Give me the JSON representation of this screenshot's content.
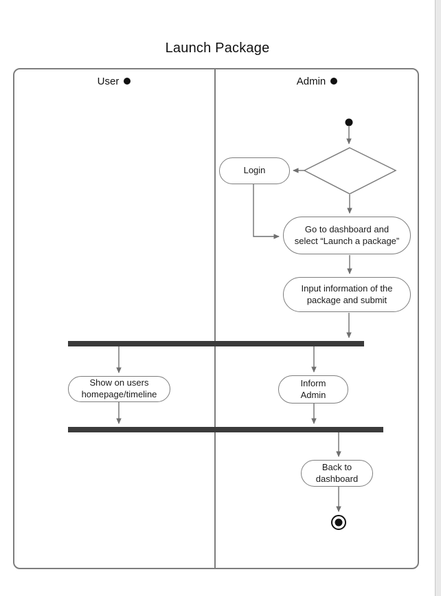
{
  "page": {
    "title": "Launch Package"
  },
  "lanes": {
    "user": "User",
    "admin": "Admin"
  },
  "nodes": {
    "login": "Login",
    "dashboard": "Go to dashboard and\nselect “Launch a package”",
    "input_info": "Input information of the\npackage and submit",
    "show_homepage": "Show on users\nhomepage/timeline",
    "inform_admin": "Inform\nAdmin",
    "back_dashboard": "Back to\ndashboard"
  },
  "colors": {
    "line": "#6f6f6f",
    "border": "#7d7d7d",
    "sync_bar": "#3b3b3b",
    "text": "#1a1a1a"
  }
}
